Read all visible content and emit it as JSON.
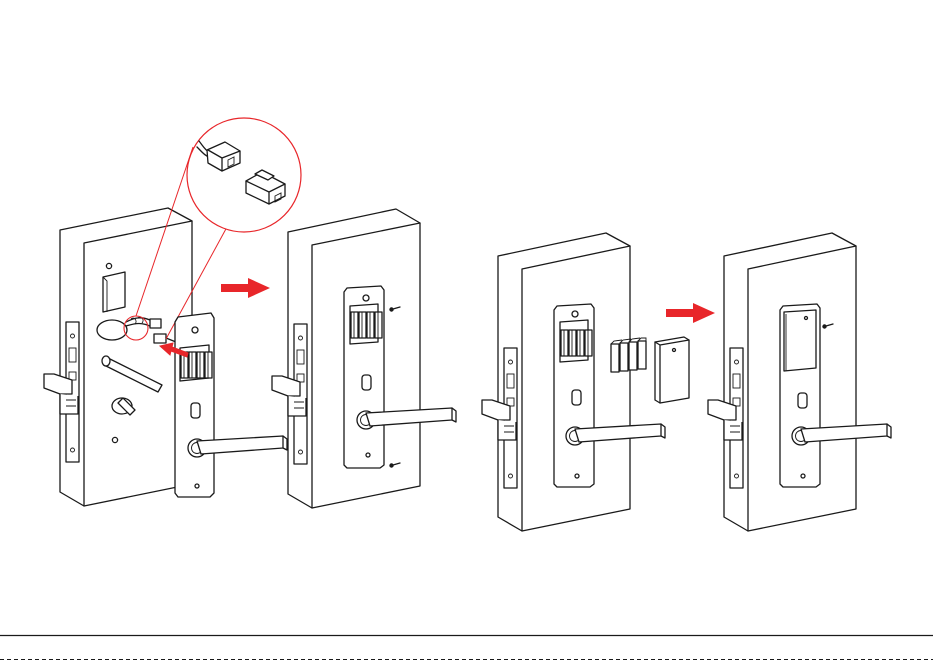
{
  "diagram": {
    "steps": [
      {
        "id": "step-1-connect-cable"
      },
      {
        "id": "step-2-fix-screws"
      },
      {
        "id": "step-3-insert-batteries"
      },
      {
        "id": "step-4-close-battery-cover"
      }
    ],
    "arrows": [
      {
        "id": "arrow-step-1-to-2"
      },
      {
        "id": "arrow-step-3-to-4"
      }
    ]
  },
  "colors": {
    "accent": "#e8262a",
    "line": "#1a1a1a",
    "background": "#ffffff"
  }
}
